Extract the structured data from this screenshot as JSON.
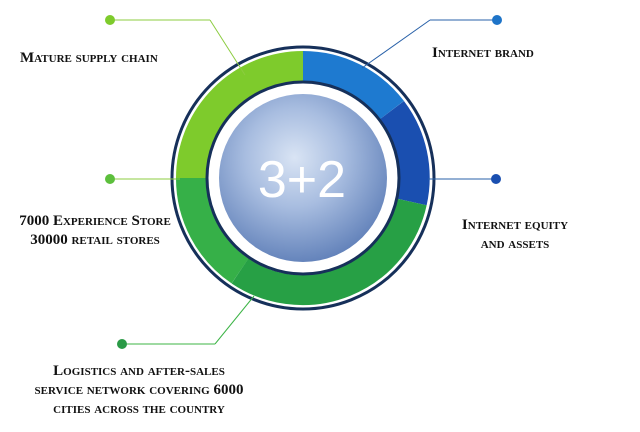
{
  "center_text": "3+2",
  "labels": {
    "supply_chain": "Mature supply chain",
    "internet_brand": "Internet brand",
    "stores": "7000 Experience Store\n30000 retail stores",
    "equity": "Internet equity\nand assets",
    "logistics": "Logistics and after-sales\nservice network covering 6000\ncities across the country"
  },
  "colors": {
    "green_light": "#7ecb2c",
    "green_mid": "#3cb446",
    "green_dark": "#2a9a46",
    "blue": "#1e74c8",
    "blue_dark": "#1a4fb0",
    "navy_ring": "#16305a",
    "sphere": "#9fb4d8",
    "connector_blue": "#2860a8",
    "connector_green": "#8ccc40"
  }
}
